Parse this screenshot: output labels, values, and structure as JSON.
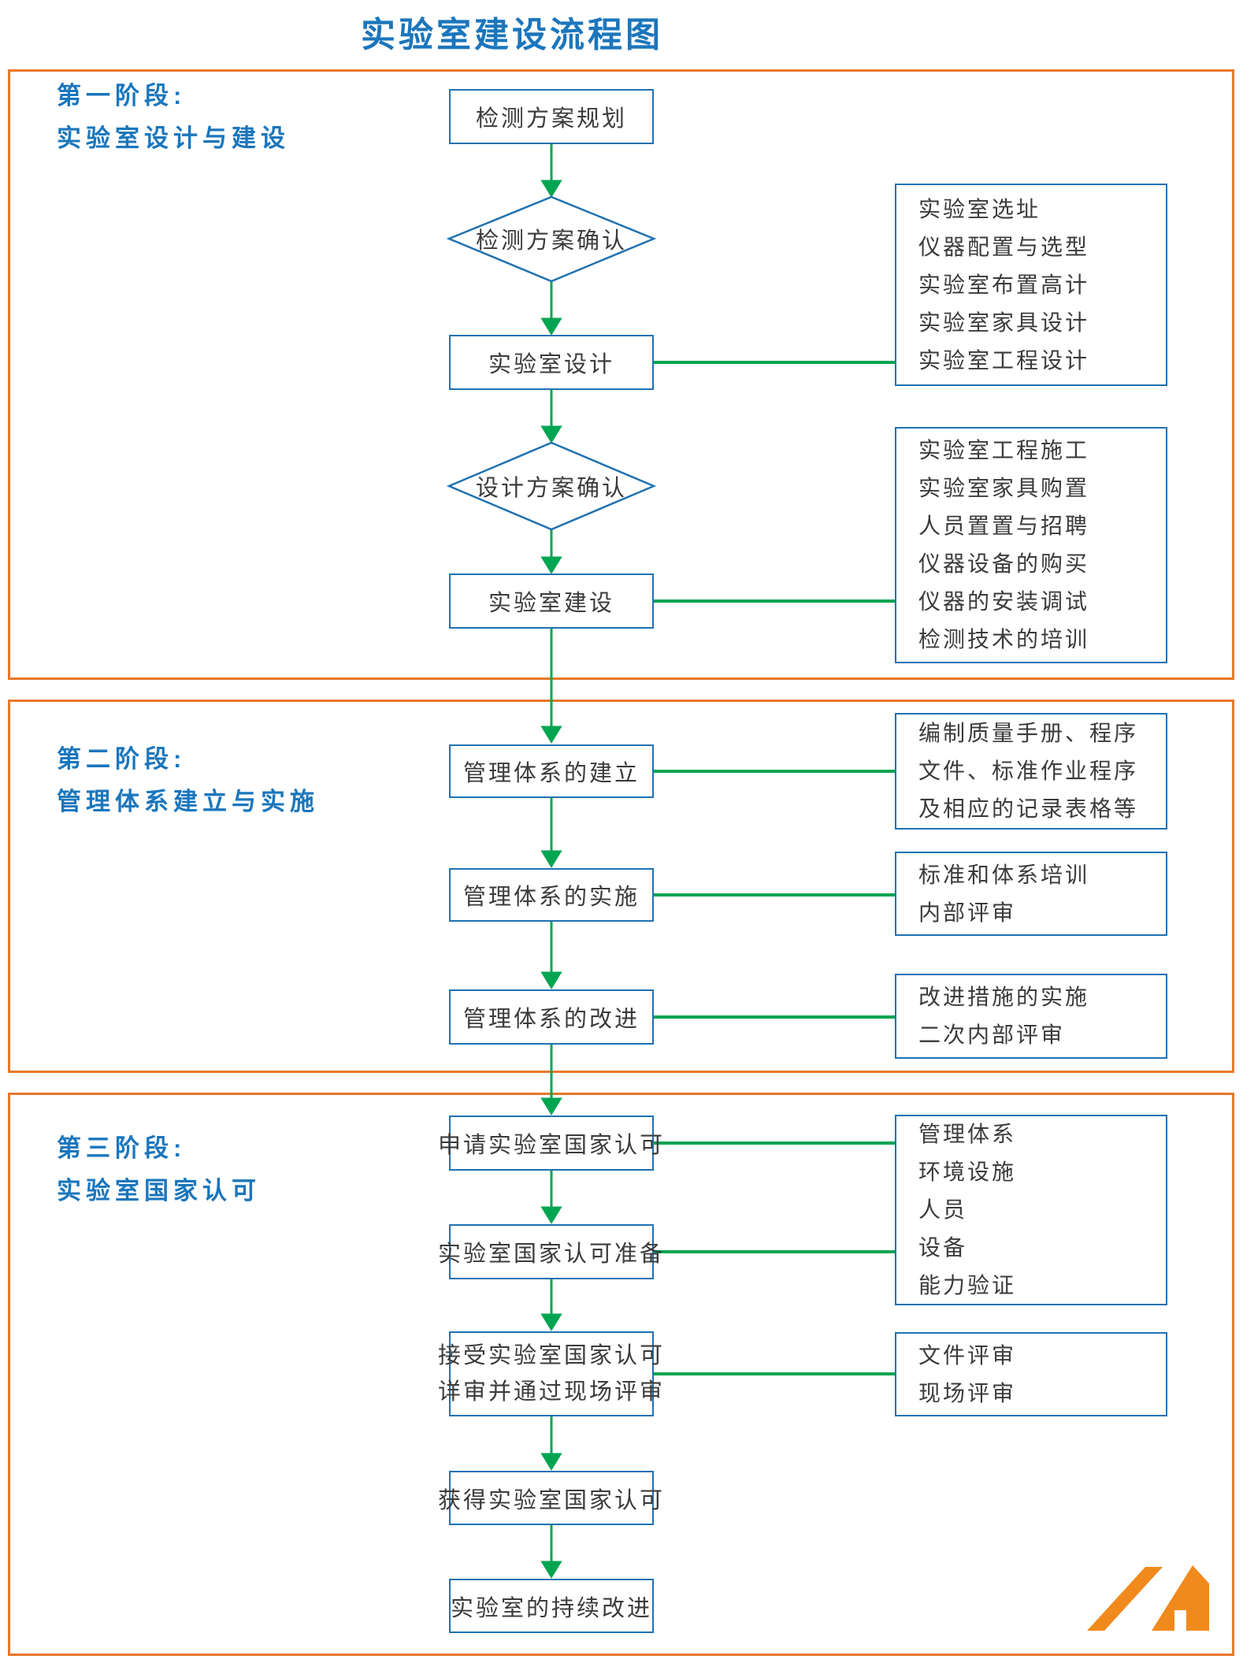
{
  "title": "实验室建设流程图",
  "phases": [
    {
      "line1": "第一阶段:",
      "line2": "实验室设计与建设"
    },
    {
      "line1": "第二阶段:",
      "line2": "管理体系建立与实施"
    },
    {
      "line1": "第三阶段:",
      "line2": "实验室国家认可"
    }
  ],
  "nodes": {
    "plan": "检测方案规划",
    "plan_confirm": "检测方案确认",
    "design": "实验室设计",
    "design_confirm": "设计方案确认",
    "build": "实验室建设",
    "sys_establish": "管理体系的建立",
    "sys_implement": "管理体系的实施",
    "sys_improve": "管理体系的改进",
    "apply": "申请实验室国家认可",
    "prepare": "实验室国家认可准备",
    "accept_line1": "接受实验室国家认可",
    "accept_line2": "详审并通过现场评审",
    "obtain": "获得实验室国家认可",
    "continuous": "实验室的持续改进"
  },
  "annotations": [
    {
      "lines": [
        "实验室选址",
        "仪器配置与选型",
        "实验室布置高计",
        "实验室家具设计",
        "实验室工程设计"
      ]
    },
    {
      "lines": [
        "实验室工程施工",
        "实验室家具购置",
        "人员置置与招聘",
        "仪器设备的购买",
        "仪器的安装调试",
        "检测技术的培训"
      ]
    },
    {
      "lines": [
        "编制质量手册、程序",
        "文件、标准作业程序",
        "及相应的记录表格等"
      ]
    },
    {
      "lines": [
        "标准和体系培训",
        "内部评审"
      ]
    },
    {
      "lines": [
        "改进措施的实施",
        "二次内部评审"
      ]
    },
    {
      "lines": [
        "管理体系",
        "环境设施",
        "人员",
        "设备",
        "能力验证"
      ]
    },
    {
      "lines": [
        "文件评审",
        "现场评审"
      ]
    }
  ],
  "colors": {
    "title_blue": "#1B76BC",
    "box_border_blue": "#1F72B2",
    "arrow_green": "#00A551",
    "section_orange": "#E8772A",
    "logo_orange": "#F18A1D",
    "node_text": "#3B3B3B"
  }
}
